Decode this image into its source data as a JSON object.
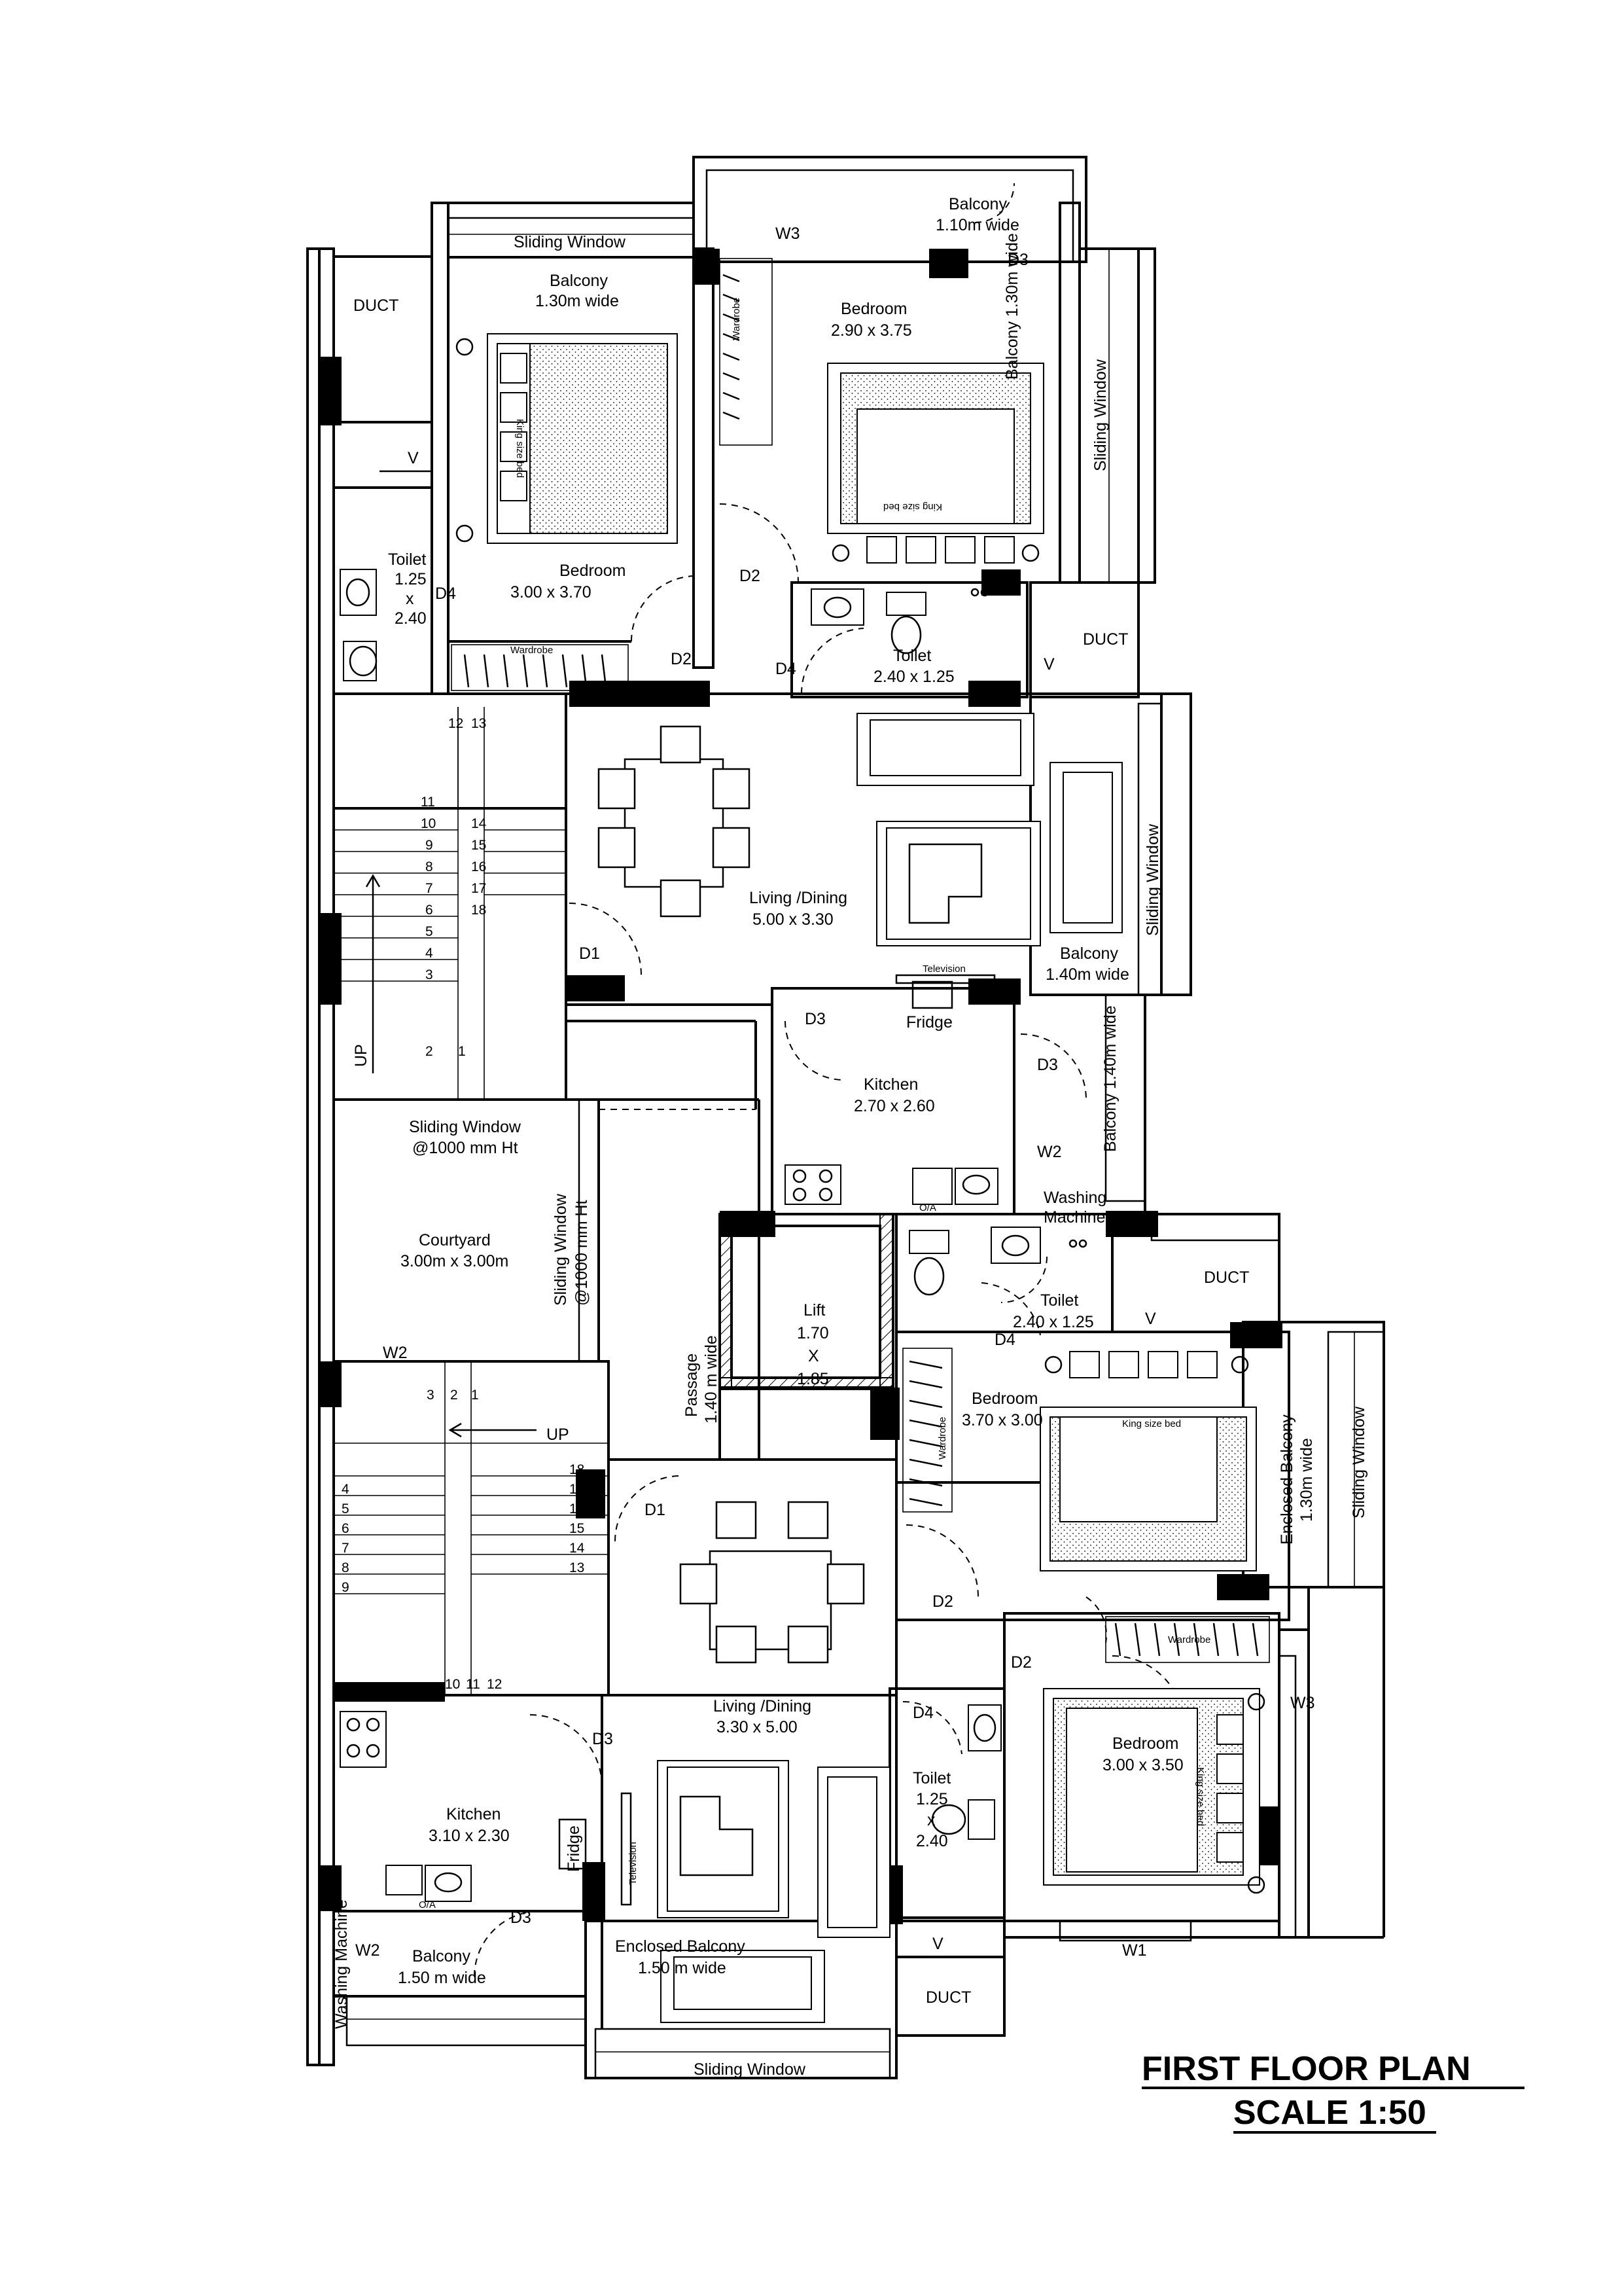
{
  "title": {
    "main": "FIRST   FLOOR   PLAN",
    "scale": "SCALE 1:50"
  },
  "labels": {
    "sliding_window": "Sliding Window",
    "balcony": "Balcony",
    "balcony_130": "1.30m wide",
    "balcony_110": "1.10m wide",
    "balcony_top_right": "Balcony 1.30m wide",
    "bedroom": "Bedroom",
    "bedroom1_dim": "3.00  x 3.70",
    "bedroom2_dim": "2.90  x 3.75",
    "bedroom3_dim": "3.70  x 3.00",
    "bedroom4_dim": "3.00  x 3.50",
    "duct": "DUCT",
    "v": "V",
    "toilet": "Toilet",
    "toilet1_line1": "1.25",
    "toilet1_line2": "x",
    "toilet1_line3": "2.40",
    "toilet2_dim": "2.40 x 1.25",
    "toilet3_dim": "2.40  x 1.25",
    "toilet4_line1": "1.25",
    "toilet4_line2": "x",
    "toilet4_line3": "2.40",
    "wardrobe": "Wardrobe",
    "king_bed": "King size bed",
    "living_dining": "Living /Dining",
    "living1_dim": "5.00 x 3.30",
    "living2_dim": "3.30  x 5.00",
    "balcony_140": "1.40m wide",
    "balcony_140_vertical": "Balcony 1.40m wide",
    "television": "Television",
    "fridge": "Fridge",
    "kitchen": "Kitchen",
    "kitchen1_dim": "2.70 x 2.60",
    "kitchen2_dim": "3.10  x 2.30",
    "washing_machine_1": "Washing",
    "washing_machine_2": "Machine",
    "washing_machine_vertical": "Washing Machine",
    "sliding_window_1000": "Sliding Window",
    "sliding_window_1000_b": "@1000 mm Ht",
    "courtyard": "Courtyard",
    "courtyard_dim": "3.00m x 3.00m",
    "passage": "Passage",
    "passage_dim": "1.40 m wide",
    "lift": "Lift",
    "lift_1": "1.70",
    "lift_2": "X",
    "lift_3": "1.85",
    "enclosed_balcony": "Enclosed Balcony",
    "enclosed_balcony_130": "1.30m wide",
    "enclosed_balcony_150": "1.50 m wide",
    "balcony_150": "1.50 m wide",
    "up": "UP",
    "oa": "O/A",
    "doors": {
      "d1": "D1",
      "d2": "D2",
      "d3": "D3",
      "d4": "D4",
      "w1": "W1",
      "w2": "W2",
      "w3": "W3"
    }
  },
  "stair_upper": {
    "left_numbers": [
      "11",
      "10",
      "9",
      "8",
      "7",
      "6",
      "5",
      "4",
      "3"
    ],
    "right_numbers": [
      "14",
      "15",
      "16",
      "17",
      "18"
    ],
    "top_numbers": [
      "12",
      "13"
    ],
    "bottom_numbers": [
      "2",
      "1"
    ]
  },
  "stair_lower": {
    "top_numbers": [
      "3",
      "2",
      "1"
    ],
    "left_numbers": [
      "4",
      "5",
      "6",
      "7",
      "8",
      "9"
    ],
    "right_numbers": [
      "18",
      "17",
      "16",
      "15",
      "14",
      "13"
    ],
    "bottom_numbers": [
      "10",
      "11",
      "12"
    ]
  }
}
